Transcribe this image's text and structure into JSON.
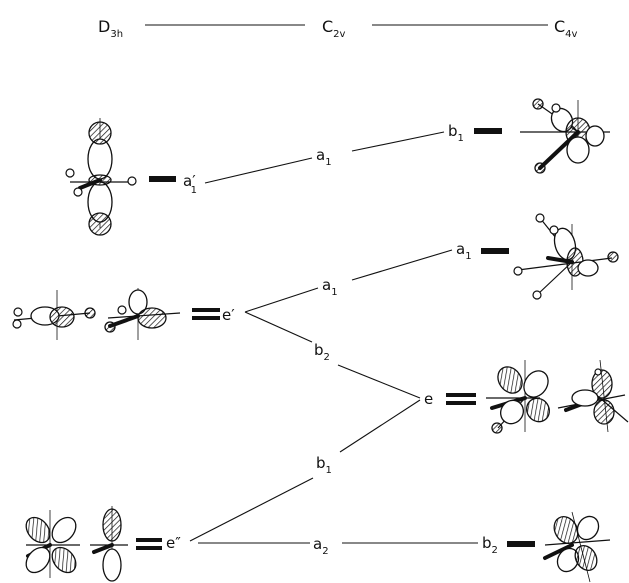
{
  "headers": {
    "d3h": {
      "main": "D",
      "sub": "3h"
    },
    "c2v": {
      "main": "C",
      "sub": "2v"
    },
    "c4v": {
      "main": "C",
      "sub": "4v"
    }
  },
  "levels": {
    "d3h_a1prime": {
      "main": "a",
      "sub": "1",
      "prime": "′"
    },
    "d3h_eprime": "e′",
    "d3h_edoubleprime": "e″",
    "c2v_a1_upper": {
      "main": "a",
      "sub": "1"
    },
    "c2v_a1_lower": {
      "main": "a",
      "sub": "1"
    },
    "c2v_b2": {
      "main": "b",
      "sub": "2"
    },
    "c2v_b1": {
      "main": "b",
      "sub": "1"
    },
    "c2v_a2": {
      "main": "a",
      "sub": "2"
    },
    "c4v_b1": {
      "main": "b",
      "sub": "1"
    },
    "c4v_a1": {
      "main": "a",
      "sub": "1"
    },
    "c4v_e": "e",
    "c4v_b2": {
      "main": "b",
      "sub": "2"
    }
  },
  "orbital_pictograms": [
    "d3h-a1prime-orbital-icon",
    "d3h-eprime-orbital-icon-1",
    "d3h-eprime-orbital-icon-2",
    "d3h-edoubleprime-orbital-icon-1",
    "d3h-edoubleprime-orbital-icon-2",
    "c4v-b1-orbital-icon",
    "c4v-a1-orbital-icon",
    "c4v-e-orbital-icon-1",
    "c4v-e-orbital-icon-2",
    "c4v-b2-orbital-icon"
  ],
  "colors": {
    "ink": "#111111",
    "background": "#ffffff"
  }
}
